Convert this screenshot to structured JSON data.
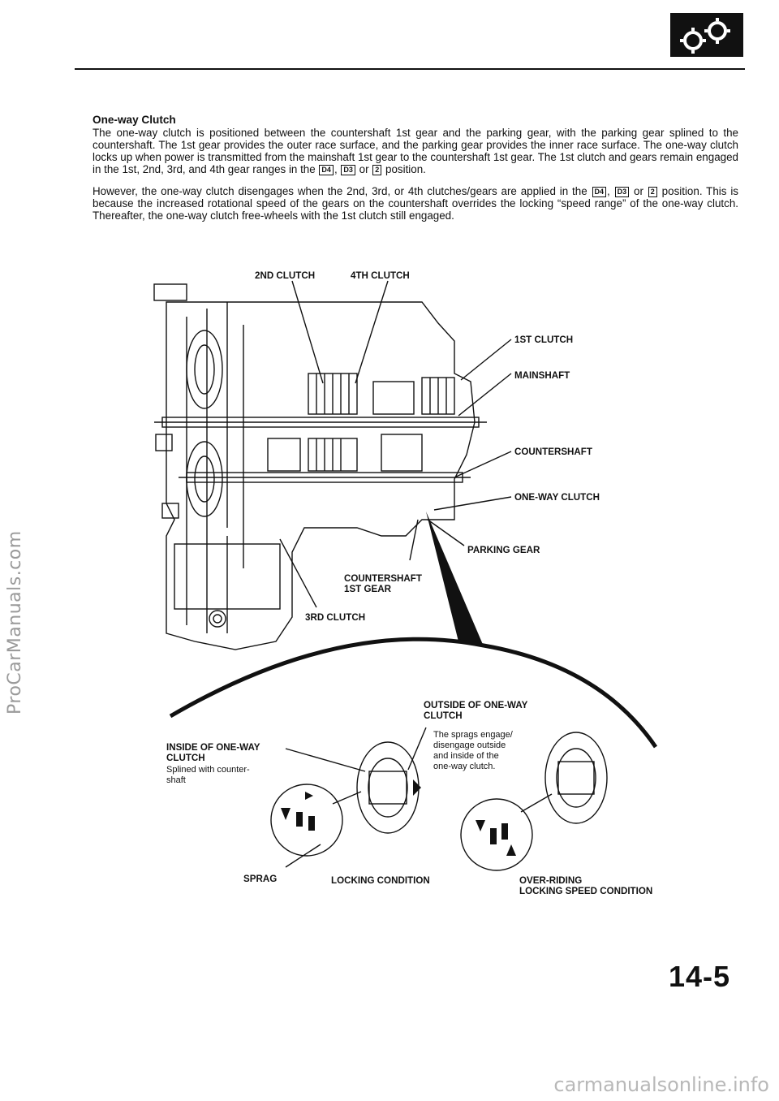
{
  "watermarks": {
    "side": "ProCarManuals.com",
    "bottom": "carmanualsonline.info"
  },
  "section": {
    "heading": "One-way Clutch",
    "p1": {
      "t1": "The one-way clutch is positioned between the countershaft 1st gear and the parking gear, with the parking gear splined to the countershaft. The 1st gear provides the outer race surface, and the parking gear provides the inner race surface. The one-way clutch locks up when power is transmitted from the mainshaft 1st gear to the countershaft 1st gear. The 1st clutch and gears remain engaged in the 1st, 2nd, 3rd, and 4th gear ranges in the ",
      "k1": "D4",
      "t2": ", ",
      "k2": "D3",
      "t3": " or ",
      "k3": "2",
      "t4": " position."
    },
    "p2": {
      "t1": "However, the one-way clutch disengages when the 2nd, 3rd, or 4th clutches/gears are applied in the ",
      "k1": "D4",
      "t2": ", ",
      "k2": "D3",
      "t3": " or ",
      "k3": "2",
      "t4": " position. This is because the increased rotational speed of the gears on the countershaft overrides the locking “speed range” of the one-way clutch. Thereafter, the one-way clutch free-wheels with the 1st clutch still engaged."
    }
  },
  "labels": {
    "clutch2": "2ND CLUTCH",
    "clutch4": "4TH CLUTCH",
    "clutch1": "1ST CLUTCH",
    "mainshaft": "MAINSHAFT",
    "countershaft": "COUNTERSHAFT",
    "owc": "ONE-WAY CLUTCH",
    "parking": "PARKING GEAR",
    "cs1_line1": "COUNTERSHAFT",
    "cs1_line2": "1ST GEAR",
    "clutch3": "3RD CLUTCH",
    "outside_line1": "OUTSIDE OF ONE-WAY",
    "outside_line2": "CLUTCH",
    "sprags_note": [
      "The sprags engage/",
      "disengage outside",
      "and inside of the",
      "one-way clutch."
    ],
    "inside_line1": "INSIDE OF ONE-WAY",
    "inside_line2": "CLUTCH",
    "inside_note1": "Splined with counter-",
    "inside_note2": "shaft",
    "sprag": "SPRAG",
    "locking": "LOCKING CONDITION",
    "overriding_line1": "OVER-RIDING",
    "overriding_line2": "LOCKING SPEED CONDITION"
  },
  "page_number": "14-5"
}
